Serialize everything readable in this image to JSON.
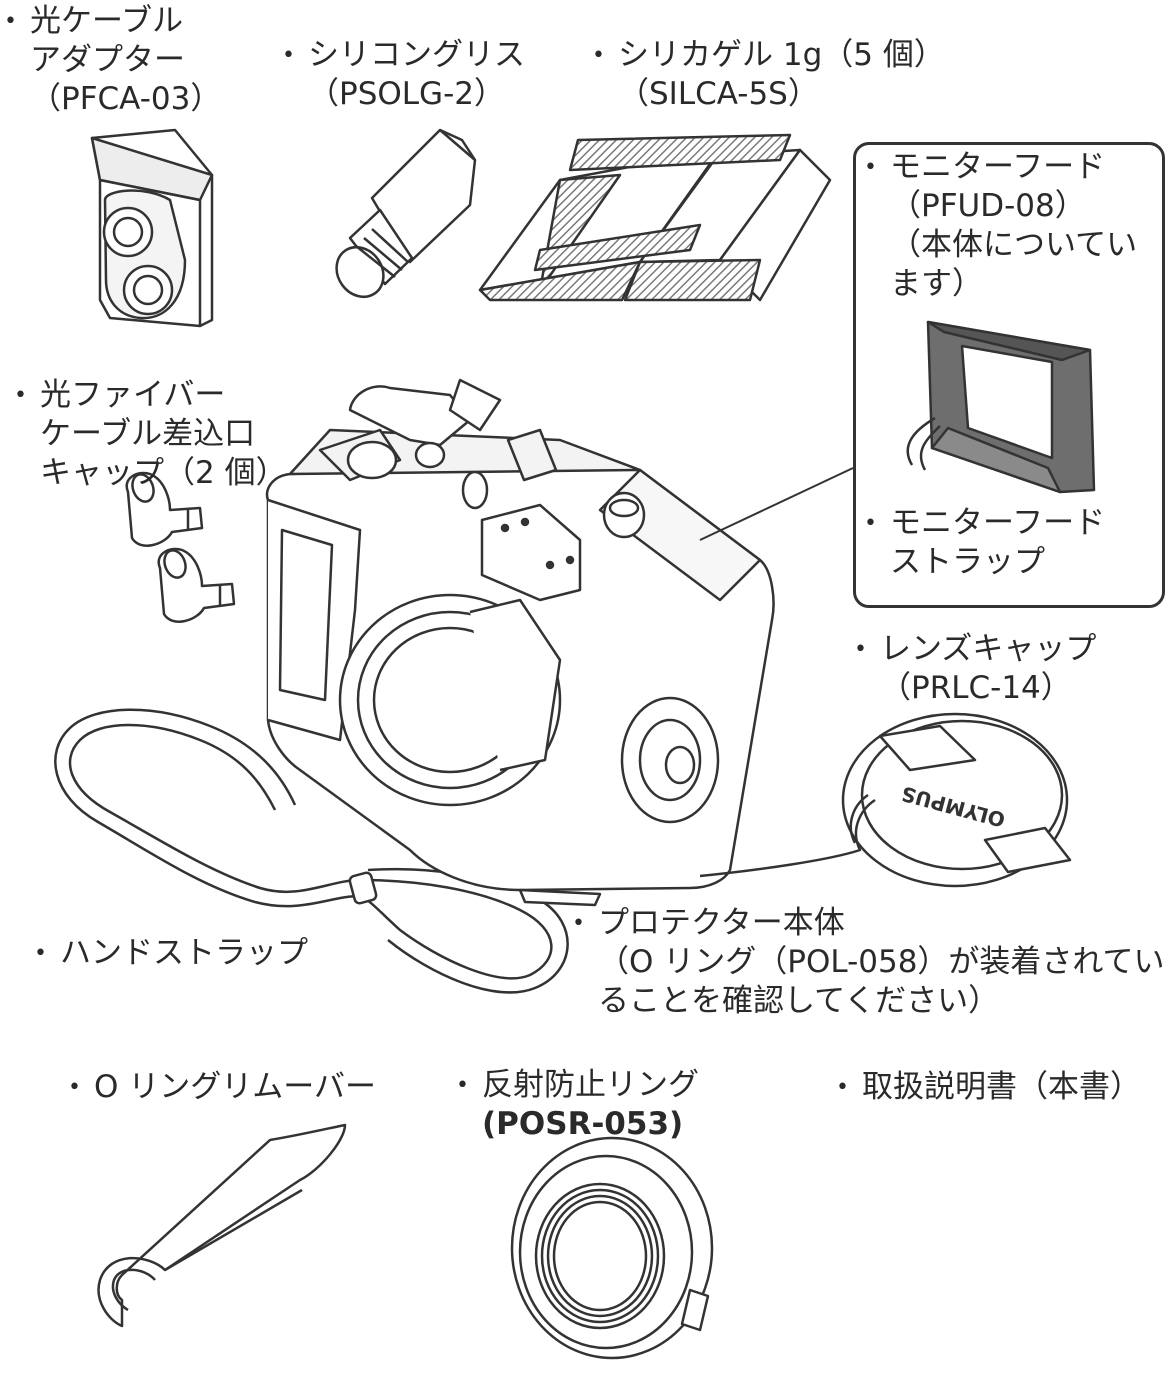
{
  "bullet": "•",
  "items": {
    "pfca": {
      "lines": [
        "光ケーブル",
        "アダプター",
        "（PFCA-03）"
      ]
    },
    "psolg": {
      "lines": [
        "シリコングリス",
        "（PSOLG-2）"
      ]
    },
    "silca": {
      "lines": [
        "シリカゲル 1g（5 個）",
        "（SILCA-5S）"
      ]
    },
    "pfud": {
      "lines": [
        "モニターフード",
        "（PFUD-08）",
        "（本体についてい",
        "ます）"
      ]
    },
    "hood_strap": {
      "lines": [
        "モニターフード",
        "ストラップ"
      ]
    },
    "fiber_cap": {
      "lines": [
        "光ファイバー",
        "ケーブル差込口",
        "キャップ（2 個）"
      ]
    },
    "lens_cap": {
      "lines": [
        "レンズキャップ",
        "（PRLC-14）"
      ]
    },
    "protector": {
      "lines": [
        "プロテクター本体",
        "（O リング（POL-058）が装着されてい",
        "ることを確認してください）"
      ]
    },
    "hand_strap": {
      "lines": [
        "ハンドストラップ"
      ]
    },
    "oring_remover": {
      "lines": [
        "O リングリムーバー"
      ]
    },
    "posr": {
      "lines": [
        "反射防止リング",
        "(POSR-053)"
      ]
    },
    "manual": {
      "lines": [
        "取扱説明書（本書）"
      ]
    }
  },
  "lens_cap_logo": "OLYMPUS",
  "colors": {
    "text": "#2a2a2a",
    "line": "#333333",
    "hood_fill": "#6e6e6e",
    "silica_stripe": "#8a8a8a"
  }
}
